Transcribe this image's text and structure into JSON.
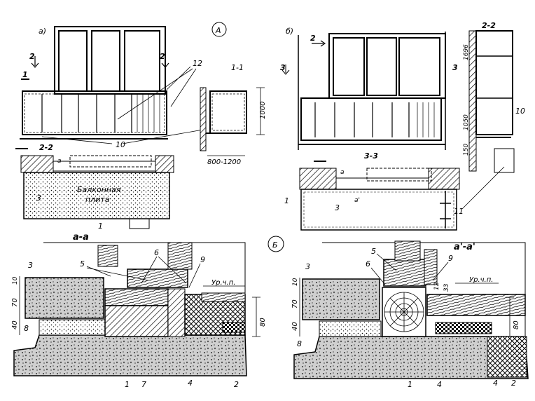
{
  "panels": {
    "a": {
      "label": "а)",
      "circle": "А",
      "section_1_1": "1-1",
      "section_2_2": "2-2",
      "cut_1": "1",
      "cut_2": "2",
      "callout_12": "12",
      "callout_10": "10",
      "callout_3": "3",
      "callout_1": "1",
      "dim_height": "1000",
      "dim_width": "800-1200",
      "slab_label_1": "Балконная",
      "slab_label_2": "плита",
      "mark_a": "a"
    },
    "b": {
      "label": "б)",
      "section_2_2": "2-2",
      "section_3_3": "3-3",
      "cut_2": "2",
      "cut_3": "3",
      "dim_1696": "1696",
      "dim_1050": "1050",
      "dim_150": "150",
      "callout_10": "10",
      "callout_11": "11",
      "callout_1": "1",
      "callout_3": "3",
      "mark_a": "a",
      "mark_a2": "a'"
    },
    "detail_left": {
      "title": "а-а",
      "dims": [
        "10",
        "70",
        "40"
      ],
      "dim_80": "80",
      "level": "Ур.ч.п.",
      "callouts_top": [
        "5",
        "6",
        "9"
      ],
      "callout_3": "3",
      "callout_8": "8",
      "callouts_bottom": [
        "1",
        "7",
        "4",
        "2"
      ]
    },
    "detail_right": {
      "title": "а'-а'",
      "circle": "Б",
      "dims": [
        "10",
        "70",
        "40"
      ],
      "dim_80": "80",
      "dim_12": "12",
      "dim_33": "33",
      "level": "Ур.ч.п.",
      "callouts_top": [
        "5",
        "6",
        "9"
      ],
      "callout_3": "3",
      "callout_8": "8",
      "callouts_bottom": [
        "1",
        "4",
        "4",
        "2"
      ]
    }
  }
}
